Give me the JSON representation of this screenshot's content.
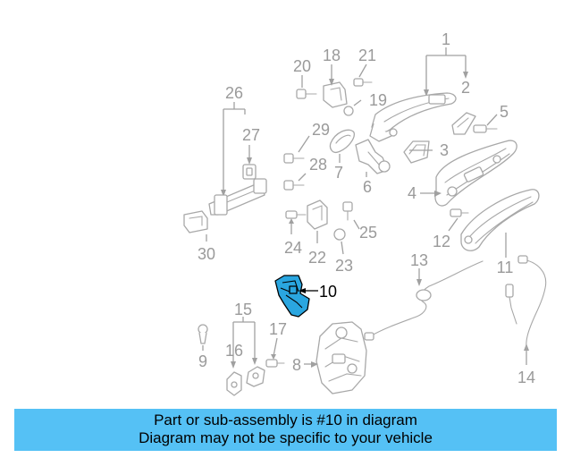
{
  "callouts": [
    "1",
    "2",
    "3",
    "4",
    "5",
    "6",
    "7",
    "8",
    "9",
    "10",
    "11",
    "12",
    "13",
    "14",
    "15",
    "16",
    "17",
    "18",
    "19",
    "20",
    "21",
    "22",
    "23",
    "24",
    "25",
    "26",
    "27",
    "28",
    "29",
    "30"
  ],
  "highlighted_part": "10",
  "banner": {
    "line1": "Part or sub-assembly is #10 in diagram",
    "line2": "Diagram may not be specific to your vehicle"
  },
  "colors": {
    "banner": "#55c1f5",
    "highlight_fill": "#2aa6e0",
    "line_art": "#a8a8a8"
  }
}
